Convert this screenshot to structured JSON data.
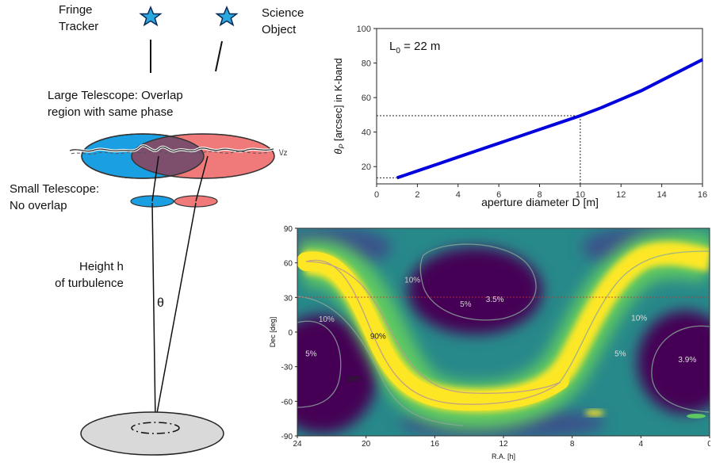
{
  "diagram": {
    "fringe_tracker_line1": "Fringe",
    "fringe_tracker_line2": "Tracker",
    "science_object_line1": "Science",
    "science_object_line2": "Object",
    "large_telescope_line1": "Large Telescope: Overlap",
    "large_telescope_line2": "region with same phase",
    "small_telescope_line1": "Small Telescope:",
    "small_telescope_line2": "No overlap",
    "height_line1": "Height h",
    "height_line2": "of turbulence",
    "theta_symbol": "θ",
    "colors": {
      "star": "#29a9e0",
      "blue_pupil": "#1aa0e2",
      "red_pupil": "#f07a7a",
      "overlap": "#7d4f6d",
      "mirror": "#d9d9d9"
    }
  },
  "chart_data": [
    {
      "type": "line",
      "annotation_prefix": "L",
      "annotation_sub": "0",
      "annotation_suffix": " = 22 m",
      "ylabel_symbol": "θ",
      "ylabel_sub": "P",
      "ylabel_rest": " [arcsec] in K-band",
      "xlabel": "aperture diameter D [m]",
      "xlim": [
        0,
        16
      ],
      "ylim": [
        10,
        100
      ],
      "xticks": [
        "0",
        "2",
        "4",
        "6",
        "8",
        "10",
        "12",
        "14",
        "16"
      ],
      "yticks": [
        "20",
        "40",
        "60",
        "80",
        "100"
      ],
      "series": [
        {
          "color": "#0000dd",
          "x": [
            1,
            2,
            3,
            4,
            5,
            6,
            7,
            8,
            9,
            10,
            11,
            12,
            13,
            14,
            15,
            16
          ],
          "y": [
            13.5,
            17.5,
            21.5,
            25.5,
            29.5,
            33.5,
            37.5,
            41.5,
            45.5,
            49.5,
            54,
            59,
            64,
            70,
            76,
            82
          ]
        }
      ],
      "reference_point": {
        "x": 10,
        "y": 49.5,
        "x_start": 1,
        "y_start": 13.5
      },
      "grid": false
    },
    {
      "type": "heatmap",
      "xlabel": "R.A. [h]",
      "ylabel": "Dec [deg]",
      "xlim": [
        24,
        0
      ],
      "ylim": [
        -90,
        90
      ],
      "xticks": [
        "24",
        "20",
        "16",
        "12",
        "8",
        "4",
        "0"
      ],
      "yticks": [
        "90",
        "60",
        "30",
        "0",
        "-30",
        "-60",
        "-90"
      ],
      "contour_labels": [
        "10%",
        "5%",
        "3.5%",
        "10%",
        "10%",
        "5%",
        "90%",
        "30%",
        "5%",
        "3.9%"
      ],
      "colormap": [
        "#440154",
        "#3b528b",
        "#21918c",
        "#5ec962",
        "#fde725"
      ]
    }
  ]
}
